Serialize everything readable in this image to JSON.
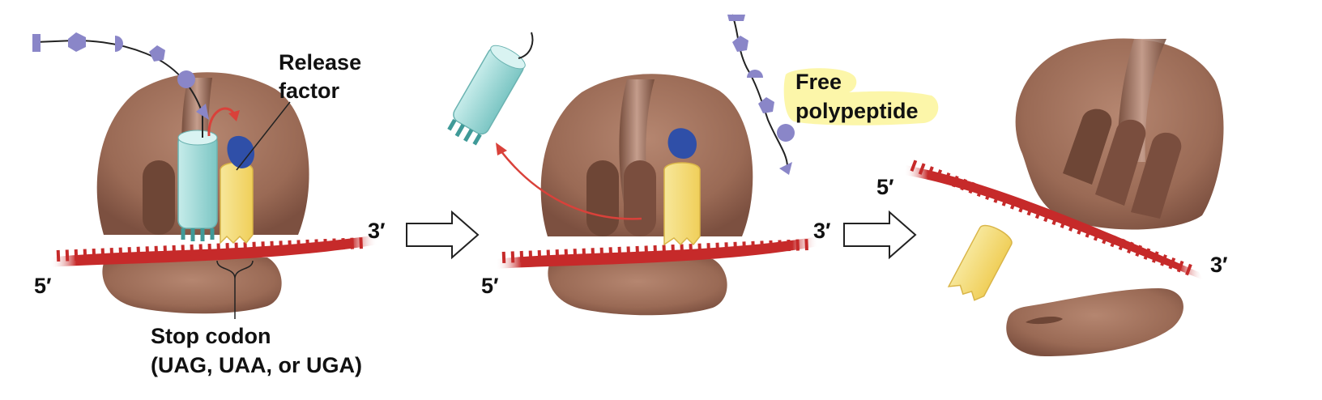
{
  "labels": {
    "release_factor": [
      "Release",
      "factor"
    ],
    "stop_codon": [
      "Stop codon",
      "(UAG, UAA, or UGA)"
    ],
    "free_polypeptide": [
      "Free",
      "polypeptide"
    ],
    "five_prime": "5′",
    "three_prime": "3′"
  },
  "colors": {
    "ribosome": "#9a6a55",
    "ribosome_dark": "#6e4636",
    "mrna": "#c62a2a",
    "trna": "#9fd8d6",
    "release_factor": "#f5dd7a",
    "blue_blob": "#2f4fa8",
    "peptide": "#8a86c8",
    "highlight": "#fbf59a",
    "arrow_red": "#d9413a"
  },
  "icons": [
    "ribosome-icon",
    "mrna-strand-icon",
    "trna-icon",
    "release-factor-icon",
    "polypeptide-chain-icon",
    "transition-arrow-icon"
  ]
}
